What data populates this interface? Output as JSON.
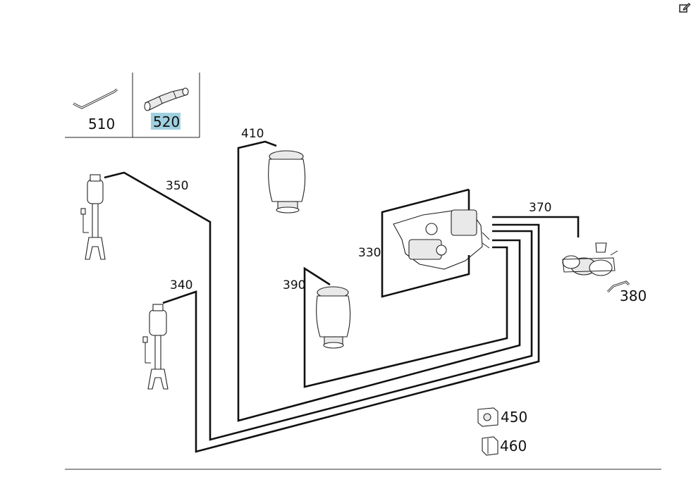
{
  "icons": {
    "edit": "edit-icon"
  },
  "colors": {
    "highlight": "#9fd0e0",
    "line": "#111111"
  },
  "callouts": {
    "p510": "510",
    "p520": "520",
    "p410": "410",
    "p350": "350",
    "p370": "370",
    "p330": "330",
    "p340": "340",
    "p390": "390",
    "p380": "380",
    "p450": "450",
    "p460": "460"
  },
  "highlighted_part": "520"
}
